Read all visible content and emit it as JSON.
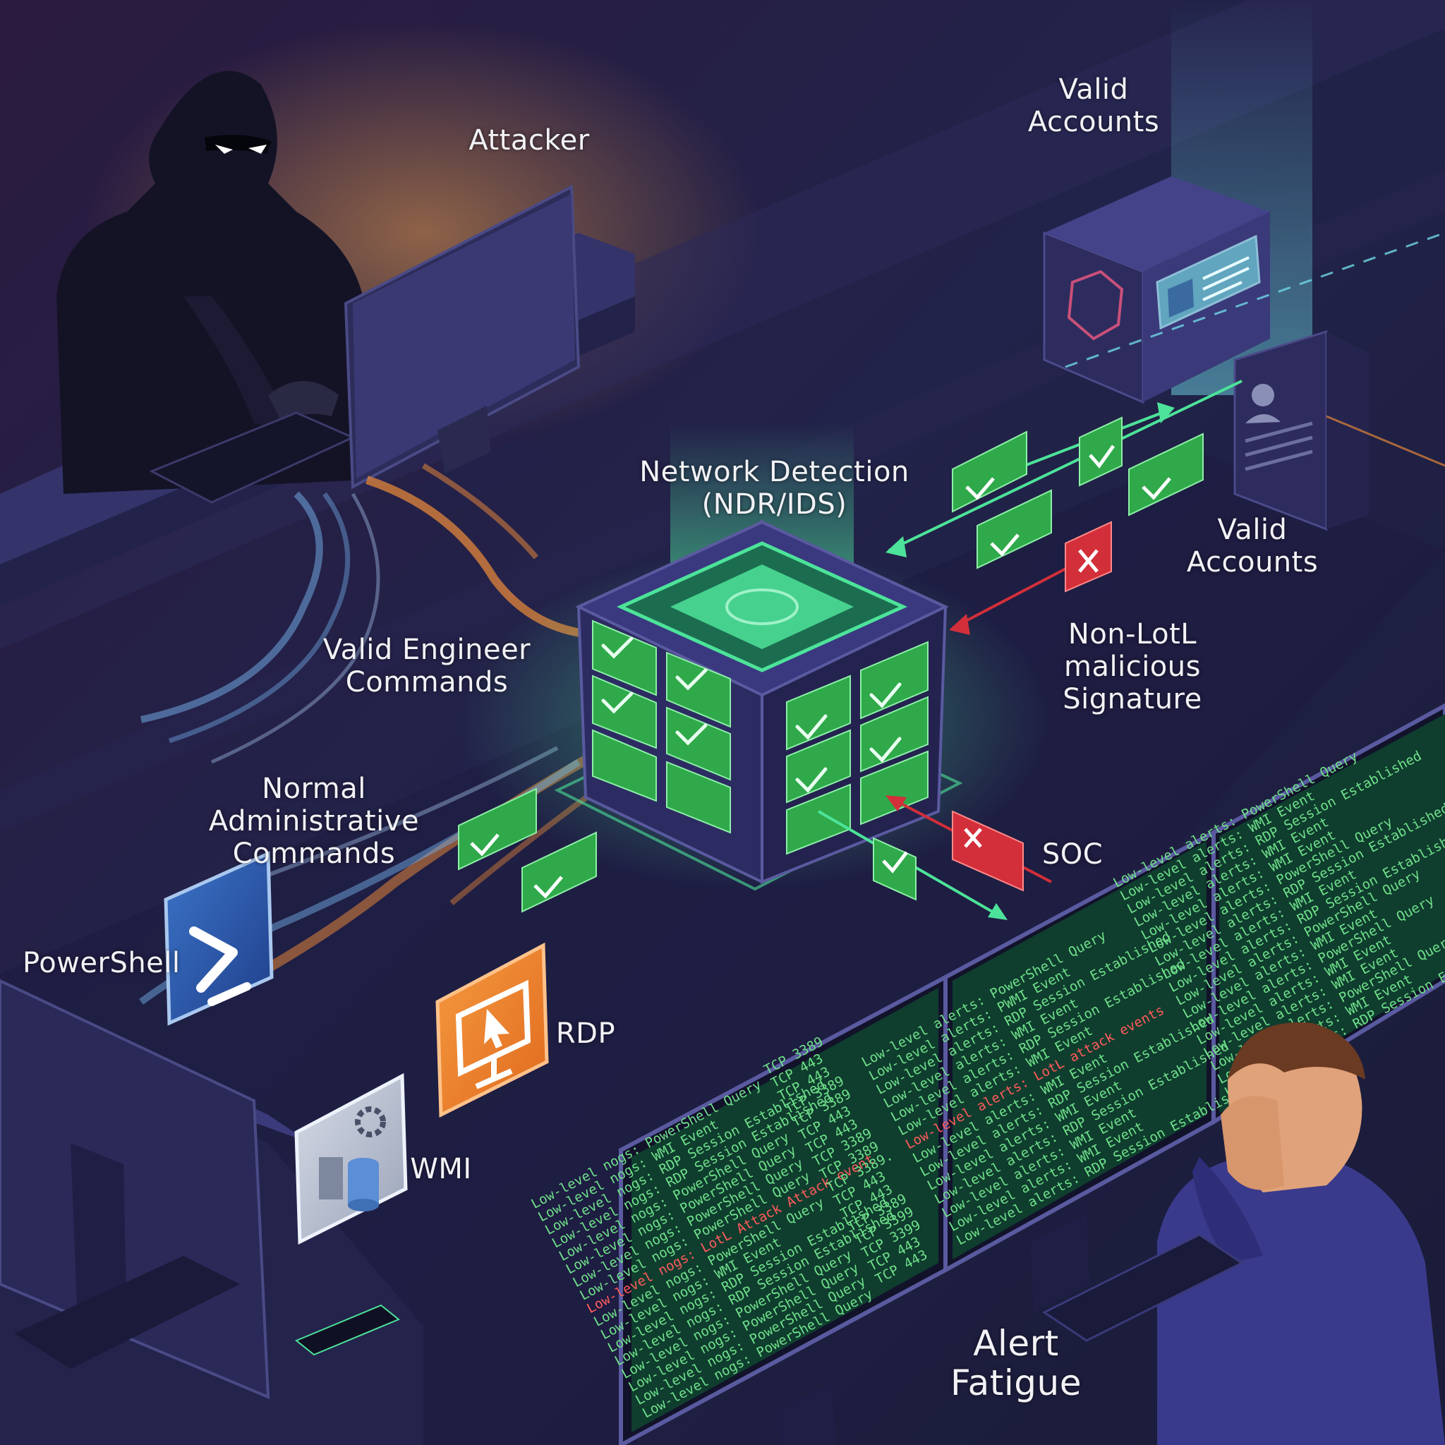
{
  "labels": {
    "attacker": "Attacker",
    "valid_accounts_top": [
      "Valid",
      "Accounts"
    ],
    "valid_accounts_right": [
      "Valid",
      "Accounts"
    ],
    "network_detection": [
      "Network Detection",
      "(NDR/IDS)"
    ],
    "non_lotl": [
      "Non-LotL malicious",
      "Signature"
    ],
    "valid_engineer": [
      "Valid Engineer",
      "Commands"
    ],
    "normal_admin": [
      "Normal Administrative",
      "Commands"
    ],
    "soc": "SOC",
    "powershell": "PowerShell",
    "rdp": "RDP",
    "wmi": "WMI",
    "alert_fatigue": [
      "Alert",
      "Fatigue"
    ]
  },
  "screens": {
    "left_logs": [
      "Low-level nogs: PowerShell Query",
      "Low-level nogs: WMI Event",
      "Low-level nogs: RDP Session Established",
      "Low-level nogs: RDP Session Established",
      "Low-level nogs: PowerShell Query",
      "Low-level nogs: PowerShell Query",
      "Low-level nogs: PowerShell Query",
      "Low-level nogs: PowerShell Query",
      "Low-level nogs: LotL Attack Attack event",
      "Low-level nogs: PowerShell Query",
      "Low-level nogs: WMI Event",
      "Low-level nogs: RDP Session Established",
      "Low-level nogs: RDP Session Established",
      "Low-level nogs: PowerShell Query",
      "Low-level nogs: PowerShell Query",
      "Low-level nogs: PowerShell Query",
      "Low-level nogs: PowerShell Query"
    ],
    "left_ports": [
      "TCP 3389",
      "TCP 443",
      "TCP 443",
      "TCP 3389",
      "TCP 3389",
      "TCP 443",
      "TCP 443",
      "TCP 3389",
      "TCP 3389",
      "TCP 3389.",
      "TCP 443",
      "TCP 443",
      "TCP 3389",
      "TCP 3399",
      "TCP 3399",
      "TCP 443",
      "TCP 443"
    ],
    "middle_logs": [
      "Low-level alerts: PowerShell Query",
      "Low-level alerts: PWMI Event",
      "Low-level alerts: RDP Session Established",
      "Low-level alerts: WMI Event",
      "Low-level alerts: RDP Session Established",
      "Low-level alerts: WMI Event",
      "Low-level alerts: LotL attack events",
      "Low-level alerts: WMI Event",
      "Low-level alerts: RDP Session Established",
      "Low-level alerts: WMI Event",
      "Low-level alerts: RDP Session Established",
      "Low-level alerts: WMI Event",
      "Low-level alerts: WMI Event",
      "Low-level alerts: RDP Session Established"
    ],
    "right_logs": [
      "Low-level alerts: PowerShell Query",
      "Low-level alerts: WMI Event",
      "Low-level alerts: RDP Session Established",
      "Low-level alerts: WMI Event",
      "Low-level alerts: WMI Event",
      "Low-level alerts: PowerShell Query",
      "Low-level alerts: RDP Session Established",
      "Low-level alerts: WMI Event",
      "Low-level alerts: RDP Session Established",
      "Low-level alerts: PowerShell Query",
      "Low-level alerts: WMI Event",
      "Low-level alerts: PowerShell Query",
      "Low-level alerts: WMI Event",
      "Low-level alerts: WMI Event",
      "Low-level alerts: PowerShell Query",
      "Low-level alerts: WMI Event",
      "Low-level alerts: RDP Session Established"
    ]
  },
  "colors": {
    "background": "#1b1a3a",
    "check_green": "#2fa94a",
    "alert_red": "#d22f3a",
    "flow_orange": "#e2853a",
    "flow_blue": "#6fa7e0",
    "glow_green": "#4de39a",
    "log_green": "#6fe08a",
    "log_red": "#ff5b5b"
  },
  "icons": [
    "shield-icon",
    "id-card-icon",
    "check-icon",
    "x-icon",
    "terminal-icon",
    "monitor-cursor-icon",
    "gear-database-icon"
  ]
}
